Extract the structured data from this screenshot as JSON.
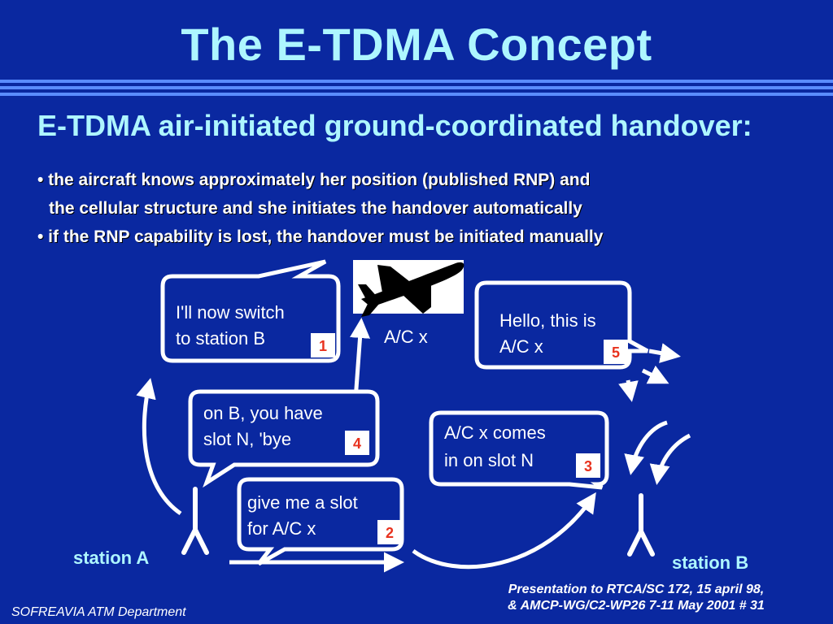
{
  "title": "The E-TDMA Concept",
  "subheading": "E-TDMA air-initiated ground-coordinated handover:",
  "bullets": [
    "• the aircraft knows approximately her position (published RNP) and",
    "the cellular structure and she initiates the handover automatically",
    "• if the RNP capability is lost, the handover must be initiated manually"
  ],
  "diagram": {
    "aircraft_label": "A/C x",
    "station_a": "station A",
    "station_b": "station B",
    "bubbles": [
      {
        "lines": [
          "I'll now switch",
          "to station B"
        ],
        "step": "1"
      },
      {
        "lines": [
          "give me a slot",
          "for A/C x"
        ],
        "step": "2"
      },
      {
        "lines": [
          "A/C x comes",
          "in on slot N"
        ],
        "step": "3"
      },
      {
        "lines": [
          "on B, you have",
          "slot N, 'bye"
        ],
        "step": "4"
      },
      {
        "lines": [
          "Hello, this is",
          "A/C x"
        ],
        "step": "5"
      }
    ]
  },
  "footer": {
    "left": "SOFREAVIA ATM Department",
    "right_line1": "Presentation to RTCA/SC 172, 15 april 98,",
    "right_line2": "& AMCP-WG/C2-WP26 7-11 May 2001  # 31"
  },
  "colors": {
    "background": "#0a28a0",
    "title": "#aef6ff",
    "step_badge_text": "#e8321e"
  },
  "icons": [
    "airplane-icon",
    "antenna-icon"
  ]
}
